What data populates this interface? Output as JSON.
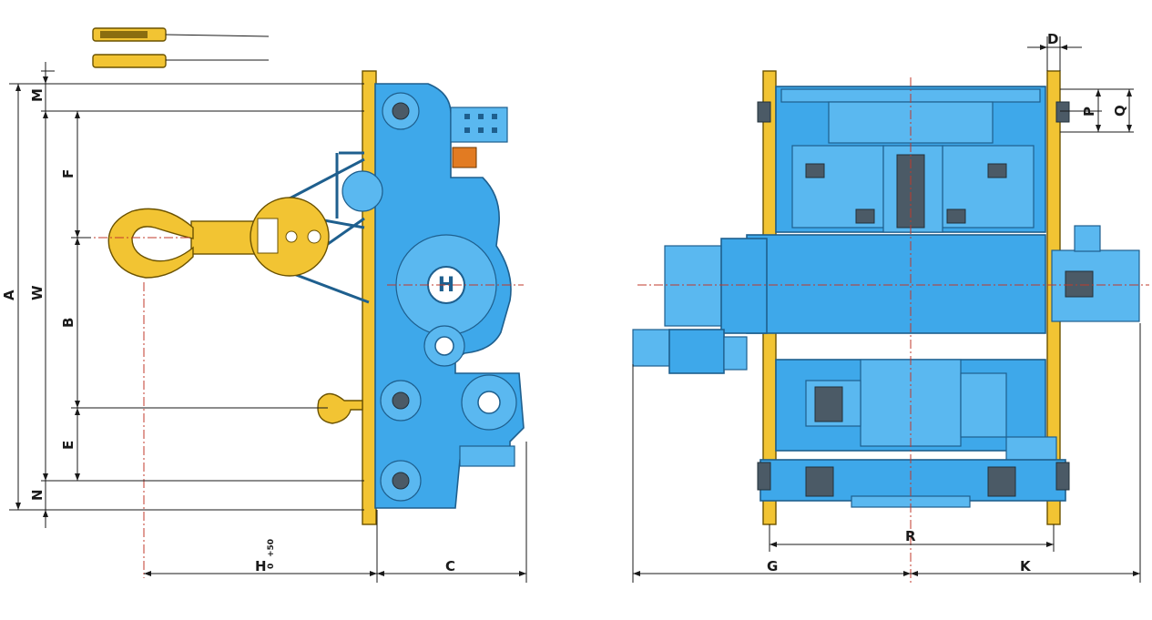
{
  "dimensions": {
    "side_view": {
      "A": "A",
      "W": "W",
      "M": "M",
      "F": "F",
      "B": "B",
      "E": "E",
      "N": "N",
      "H": "H",
      "H_tolerance": "+50",
      "H_tolerance_lower": "0",
      "C": "C"
    },
    "front_view": {
      "D": "D",
      "P": "P",
      "Q": "Q",
      "R": "R",
      "G": "G",
      "K": "K"
    }
  },
  "colors": {
    "body": "#3ea8ea",
    "rail": "#f2c433",
    "outline": "#1e5f8e"
  }
}
